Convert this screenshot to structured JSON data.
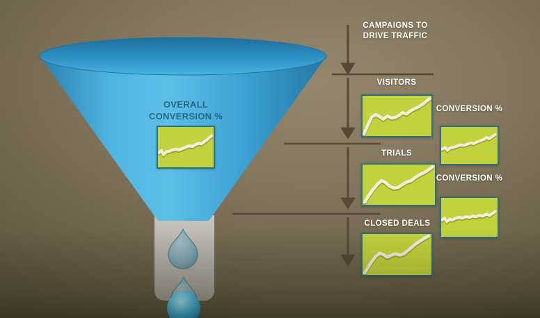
{
  "slide": {
    "description": "Marketing funnel diagram with trend thumbnails"
  },
  "colors": {
    "chart_fill": "#c2d23c",
    "chart_border": "#2c6f80",
    "chart_line": "#f1eedd",
    "arrow": "#584936",
    "label_text": "#ffffff",
    "overall_label_text": "#1f6880",
    "funnel_body": "#3fa8da",
    "funnel_spout": "#b5b1a8",
    "background_center": "#8d7f64",
    "background_edge": "#58503a"
  },
  "funnel": {
    "label": "OVERALL CONVERSION %",
    "trend": [
      [
        2,
        38
      ],
      [
        6,
        35
      ],
      [
        10,
        41
      ],
      [
        15,
        37
      ],
      [
        20,
        36
      ],
      [
        26,
        34
      ],
      [
        32,
        33
      ],
      [
        38,
        34
      ],
      [
        44,
        32
      ],
      [
        50,
        30
      ],
      [
        56,
        28
      ],
      [
        62,
        29
      ],
      [
        68,
        26
      ],
      [
        74,
        24
      ],
      [
        78,
        25
      ],
      [
        83,
        22
      ],
      [
        88,
        19
      ],
      [
        93,
        15
      ],
      [
        97,
        13
      ]
    ]
  },
  "stages": {
    "campaigns": {
      "label": "CAMPAIGNS TO DRIVE TRAFFIC"
    },
    "visitors": {
      "label": "VISITORS",
      "trend": [
        [
          2,
          57
        ],
        [
          7,
          45
        ],
        [
          13,
          32
        ],
        [
          19,
          28
        ],
        [
          25,
          31
        ],
        [
          30,
          35
        ],
        [
          36,
          30
        ],
        [
          42,
          33
        ],
        [
          48,
          32
        ],
        [
          53,
          29
        ],
        [
          58,
          25
        ],
        [
          64,
          27
        ],
        [
          70,
          22
        ],
        [
          76,
          19
        ],
        [
          82,
          16
        ],
        [
          88,
          12
        ],
        [
          94,
          7
        ],
        [
          98,
          4
        ]
      ]
    },
    "trials": {
      "label": "TRIALS",
      "trend": [
        [
          3,
          56
        ],
        [
          8,
          47
        ],
        [
          14,
          38
        ],
        [
          20,
          30
        ],
        [
          26,
          24
        ],
        [
          31,
          26
        ],
        [
          37,
          32
        ],
        [
          43,
          35
        ],
        [
          49,
          34
        ],
        [
          55,
          30
        ],
        [
          61,
          26
        ],
        [
          67,
          24
        ],
        [
          73,
          19
        ],
        [
          79,
          15
        ],
        [
          85,
          12
        ],
        [
          91,
          8
        ],
        [
          97,
          3
        ]
      ]
    },
    "closed_deals": {
      "label": "CLOSED DEALS",
      "trend": [
        [
          3,
          57
        ],
        [
          8,
          49
        ],
        [
          13,
          41
        ],
        [
          19,
          33
        ],
        [
          25,
          28
        ],
        [
          30,
          30
        ],
        [
          36,
          34
        ],
        [
          42,
          31
        ],
        [
          48,
          29
        ],
        [
          54,
          31
        ],
        [
          60,
          29
        ],
        [
          66,
          24
        ],
        [
          72,
          19
        ],
        [
          78,
          14
        ],
        [
          84,
          10
        ],
        [
          90,
          6
        ],
        [
          96,
          3
        ]
      ]
    },
    "conversions": [
      {
        "label": "CONVERSION %",
        "trend": [
          [
            2,
            36
          ],
          [
            7,
            33
          ],
          [
            11,
            38
          ],
          [
            16,
            34
          ],
          [
            22,
            33
          ],
          [
            28,
            31
          ],
          [
            34,
            29
          ],
          [
            40,
            30
          ],
          [
            46,
            28
          ],
          [
            52,
            26
          ],
          [
            58,
            27
          ],
          [
            64,
            24
          ],
          [
            70,
            22
          ],
          [
            76,
            20
          ],
          [
            80,
            17
          ],
          [
            85,
            19
          ],
          [
            90,
            16
          ],
          [
            96,
            12
          ]
        ]
      },
      {
        "label": "CONVERSION %",
        "trend": [
          [
            2,
            34
          ],
          [
            6,
            31
          ],
          [
            10,
            37
          ],
          [
            15,
            33
          ],
          [
            20,
            34
          ],
          [
            26,
            31
          ],
          [
            32,
            30
          ],
          [
            38,
            31
          ],
          [
            44,
            29
          ],
          [
            50,
            30
          ],
          [
            56,
            28
          ],
          [
            62,
            29
          ],
          [
            68,
            27
          ],
          [
            74,
            28
          ],
          [
            80,
            25
          ],
          [
            86,
            27
          ],
          [
            91,
            24
          ],
          [
            96,
            21
          ]
        ]
      }
    ]
  }
}
